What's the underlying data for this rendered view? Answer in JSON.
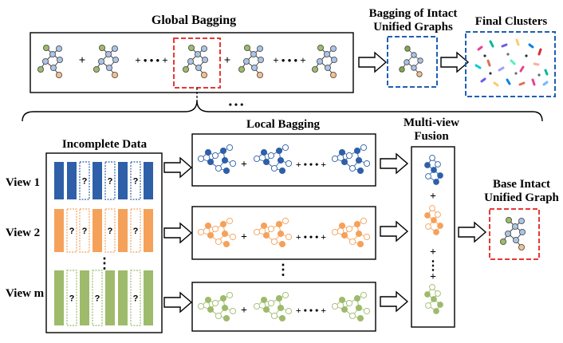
{
  "labels": {
    "global_bagging": "Global Bagging",
    "bagging_intact_1": "Bagging of Intact",
    "bagging_intact_2": "Unified Graphs",
    "final_clusters": "Final Clusters",
    "local_bagging": "Local Bagging",
    "multiview_1": "Multi-view",
    "multiview_2": "Fusion",
    "incomplete_data": "Incomplete Data",
    "view1": "View 1",
    "view2": "View 2",
    "viewm": "View m",
    "base_intact_1": "Base Intact",
    "base_intact_2": "Unified Graph"
  },
  "symbols": {
    "plus": "+",
    "dots_plus": "+ • • • +",
    "ellipsis_h": "• • •",
    "ellipsis_v": "⋮",
    "missing": "?"
  },
  "colors": {
    "view1": "#2e5fa8",
    "view2": "#f5a15a",
    "viewm": "#9dbb6b",
    "highlight_red": "#e53935",
    "highlight_blue": "#1f5fb4",
    "mixed_blue": "#aac4e6",
    "mixed_orange": "#f2c08e",
    "mixed_green": "#7fa84e"
  },
  "missing_columns": {
    "view1": [
      2,
      4,
      6
    ],
    "view2": [
      1,
      2,
      4,
      6
    ],
    "viewm": [
      1,
      3,
      6
    ]
  }
}
